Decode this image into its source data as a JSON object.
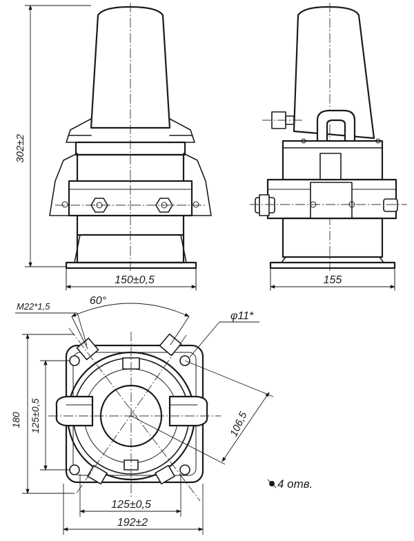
{
  "dimensions": {
    "height_front": "302±2",
    "width_front_base": "150±0,5",
    "width_side_base": "155",
    "angle": "60°",
    "thread": "M22*1,5",
    "hole_diameter": "φ11*",
    "plan_height": "180",
    "plan_hole_spacing_vertical": "125±0,5",
    "diagonal": "106,5",
    "plan_hole_spacing_horizontal": "125±0,5",
    "plan_width": "192±2",
    "holes_note": "4 отв."
  },
  "colors": {
    "ink": "#1a1a1a",
    "paper": "#ffffff"
  }
}
